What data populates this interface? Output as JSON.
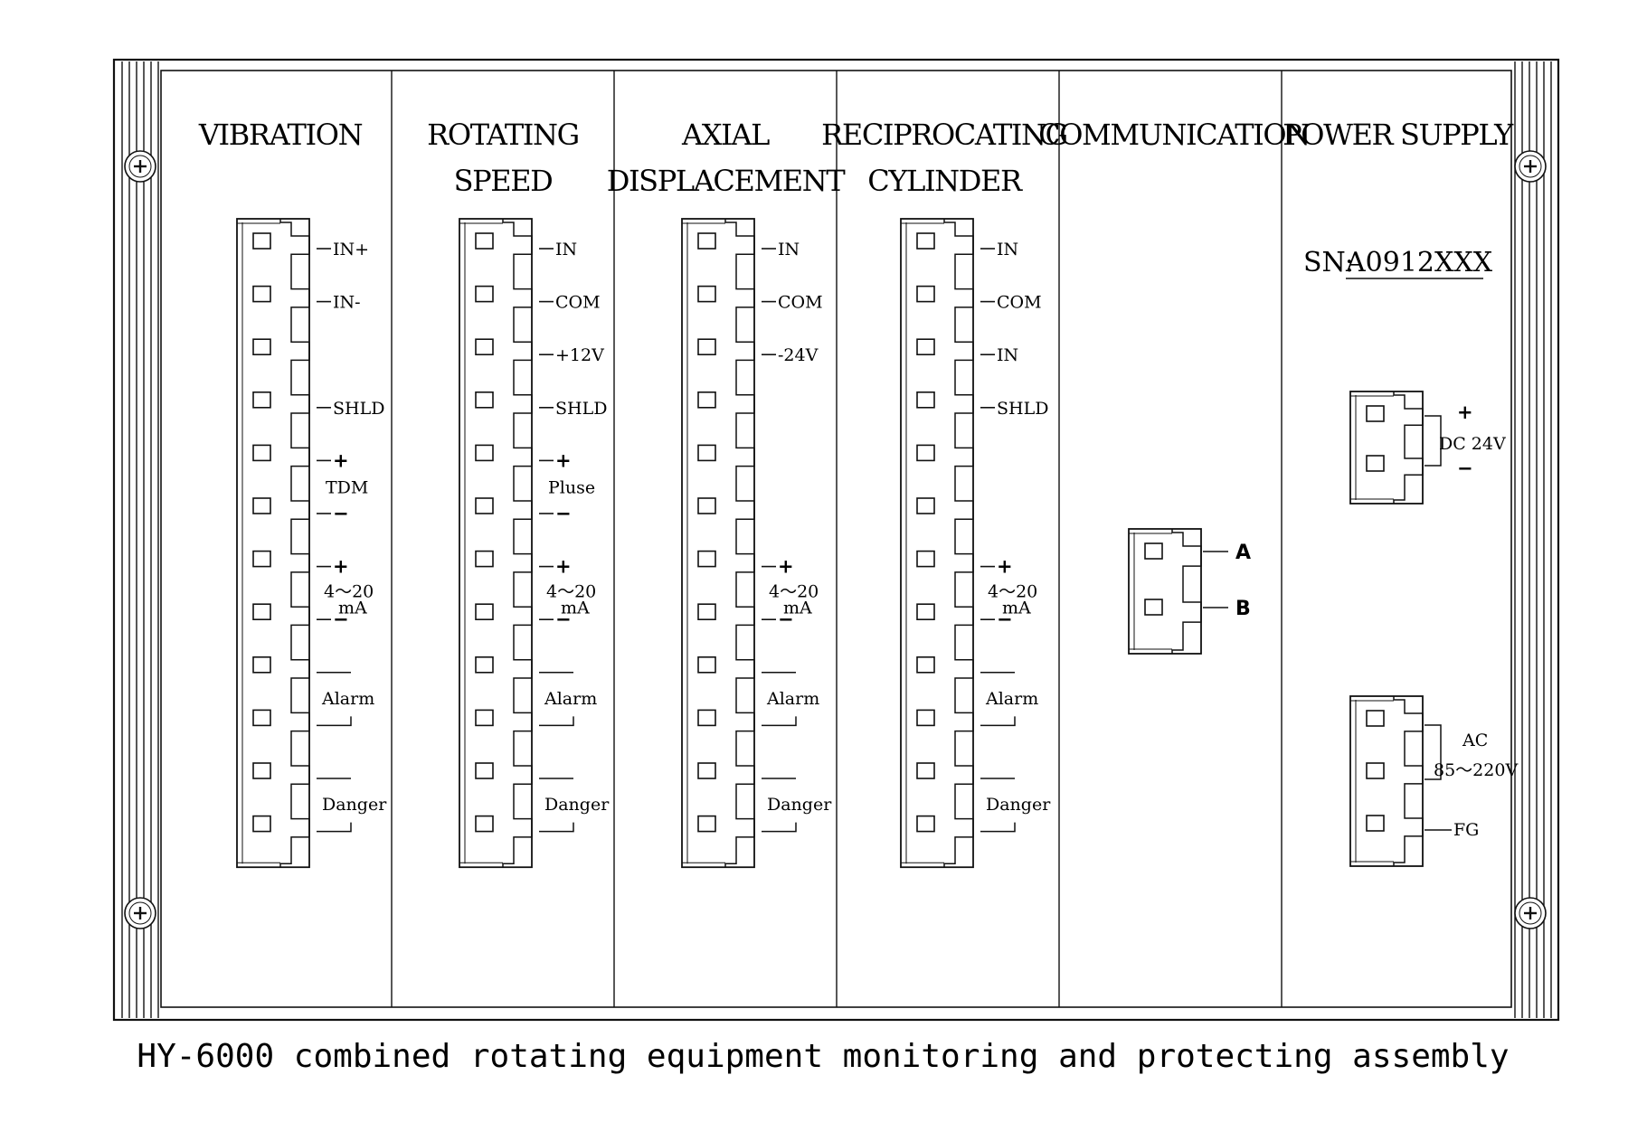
{
  "title": "HY-6000 combined rotating equipment monitoring and protecting assembly",
  "sections": [
    {
      "id": "vibration",
      "heading": [
        "VIBRATION"
      ],
      "pins": [
        "IN+",
        "IN-",
        "",
        "SHLD",
        "+",
        "",
        "+",
        "",
        "",
        "",
        "",
        ""
      ],
      "groups": {
        "mid_minus": "−",
        "mid_label": "TDM",
        "ma_plus": "+",
        "ma_label": "4～20",
        "ma_unit": "mA",
        "ma_minus": "−",
        "alarm": "Alarm",
        "danger": "Danger"
      }
    },
    {
      "id": "rotating-speed",
      "heading": [
        "ROTATING",
        "SPEED"
      ],
      "pins": [
        "IN",
        "COM",
        "+12V",
        "SHLD",
        "+",
        "",
        "+",
        "",
        "",
        "",
        "",
        ""
      ],
      "groups": {
        "mid_minus": "−",
        "mid_label": "Pluse",
        "ma_plus": "+",
        "ma_label": "4～20",
        "ma_unit": "mA",
        "ma_minus": "−",
        "alarm": "Alarm",
        "danger": "Danger"
      }
    },
    {
      "id": "axial-displacement",
      "heading": [
        "AXIAL",
        "DISPLACEMENT"
      ],
      "pins": [
        "IN",
        "COM",
        "-24V",
        "",
        "",
        "",
        "+",
        "",
        "",
        "",
        "",
        ""
      ],
      "groups": {
        "mid_minus": "",
        "mid_label": "",
        "ma_plus": "+",
        "ma_label": "4～20",
        "ma_unit": "mA",
        "ma_minus": "−",
        "alarm": "Alarm",
        "danger": "Danger"
      }
    },
    {
      "id": "reciprocating-cylinder",
      "heading": [
        "RECIPROCATING",
        "CYLINDER"
      ],
      "pins": [
        "IN",
        "COM",
        "IN",
        "SHLD",
        "",
        "",
        "+",
        "",
        "",
        "",
        "",
        ""
      ],
      "groups": {
        "mid_minus": "",
        "mid_label": "",
        "ma_plus": "+",
        "ma_label": "4～20",
        "ma_unit": "mA",
        "ma_minus": "−",
        "alarm": "Alarm",
        "danger": "Danger"
      }
    },
    {
      "id": "communication",
      "heading": [
        "COMMUNICATION"
      ],
      "pins": [
        "A",
        "B"
      ]
    },
    {
      "id": "power-supply",
      "heading": [
        "POWER SUPPLY"
      ],
      "sn_label": "SN:",
      "sn_value": "A0912XXX",
      "dc": {
        "plus": "+",
        "label": "DC 24V",
        "minus": "−"
      },
      "ac": {
        "label1": "AC",
        "label2": "85～220V",
        "fg": "FG"
      }
    }
  ]
}
